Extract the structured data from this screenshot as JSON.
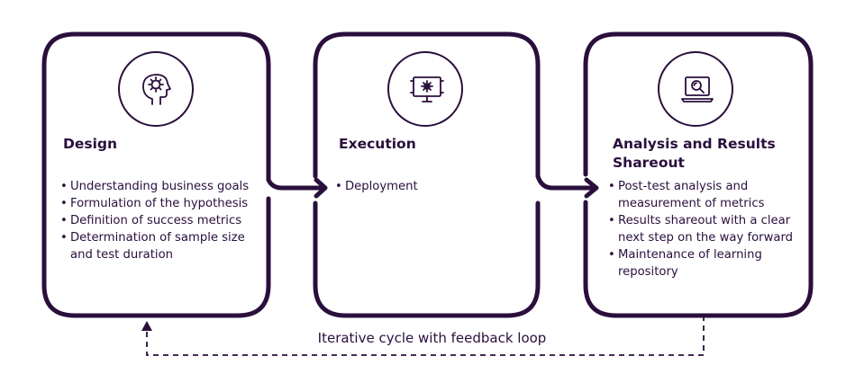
{
  "colors": {
    "stroke": "#2a0f3d",
    "background": "#ffffff"
  },
  "stages": [
    {
      "icon": "brain-head-icon",
      "title": "Design",
      "bullets": [
        "Understanding business goals",
        "Formulation of the hypothesis",
        "Definition of success metrics",
        "Determination of sample size and test duration"
      ]
    },
    {
      "icon": "monitor-light-icon",
      "title": "Execution",
      "bullets": [
        "Deployment"
      ]
    },
    {
      "icon": "laptop-magnifier-icon",
      "title": "Analysis and Results Shareout",
      "bullets": [
        "Post-test analysis and measurement of metrics",
        "Results shareout with a clear next step on the way forward",
        "Maintenance of learning repository"
      ]
    }
  ],
  "feedback_loop": {
    "label": "Iterative cycle with feedback loop"
  }
}
